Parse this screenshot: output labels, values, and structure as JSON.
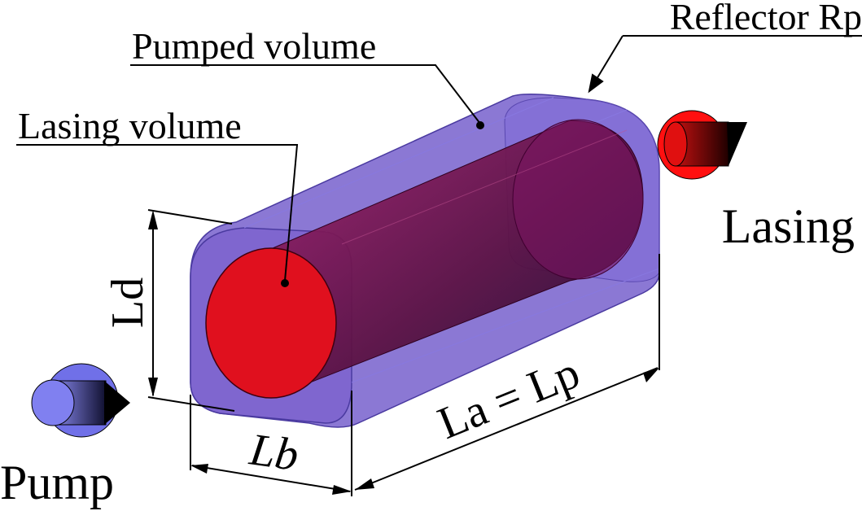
{
  "labels": {
    "reflector": "Reflector Rp",
    "pumped_volume": "Pumped volume",
    "lasing_volume": "Lasing volume",
    "lasing": "Lasing",
    "pump": "Pump",
    "ld": "Ld",
    "lb": "Lb",
    "la_lp": "La = Lp"
  },
  "colors": {
    "pumped_volume": "#6a52c8",
    "lasing_volume": "#8a1a4e",
    "lasing_face": "#e0101e",
    "lasing_arrow": "#ff1010",
    "pump_arrow": "#7070e8"
  }
}
